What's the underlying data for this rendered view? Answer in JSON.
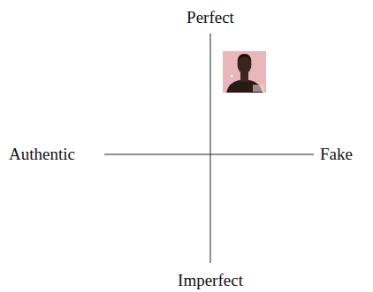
{
  "diagram": {
    "labels": [
      "Perfect",
      "Authentic",
      "Fake",
      "Imperfect"
    ]
  }
}
